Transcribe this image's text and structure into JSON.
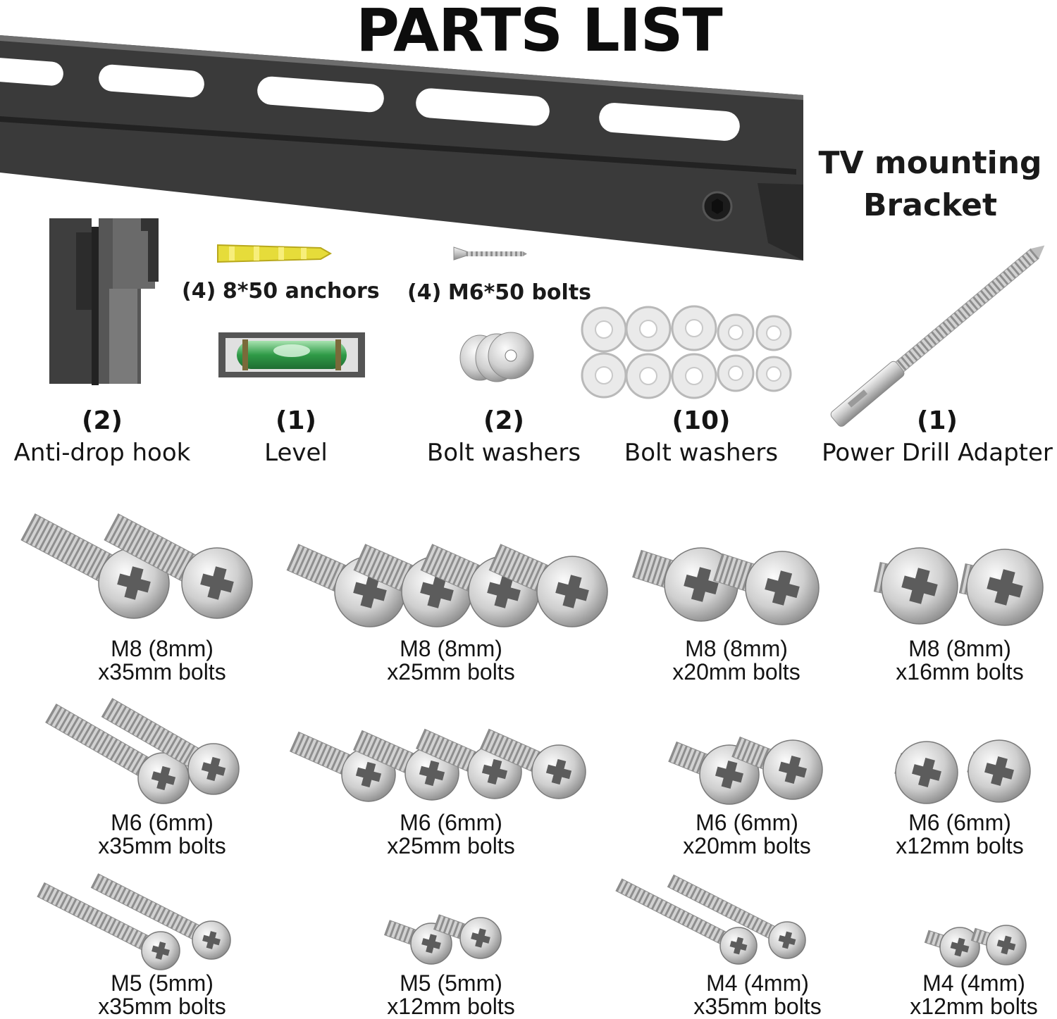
{
  "title": "PARTS LIST",
  "bracket": {
    "label_line1": "TV mounting",
    "label_line2": "Bracket"
  },
  "hardware_small": [
    {
      "qty": "(4)",
      "name": "8*50 anchors"
    },
    {
      "qty": "(4)",
      "name": "M6*50 bolts"
    }
  ],
  "parts": [
    {
      "qty": "(2)",
      "name": "Anti-drop hook"
    },
    {
      "qty": "(1)",
      "name": "Level"
    },
    {
      "qty": "(2)",
      "name": "Bolt washers"
    },
    {
      "qty": "(10)",
      "name": "Bolt washers"
    },
    {
      "qty": "(1)",
      "name": "Power Drill Adapter"
    }
  ],
  "bolt_groups": [
    {
      "size": "M8 (8mm)",
      "length": "x35mm bolts"
    },
    {
      "size": "M8 (8mm)",
      "length": "x25mm bolts"
    },
    {
      "size": "M8 (8mm)",
      "length": "x20mm bolts"
    },
    {
      "size": "M8 (8mm)",
      "length": "x16mm bolts"
    },
    {
      "size": "M6 (6mm)",
      "length": "x35mm bolts"
    },
    {
      "size": "M6 (6mm)",
      "length": "x25mm bolts"
    },
    {
      "size": "M6 (6mm)",
      "length": "x20mm bolts"
    },
    {
      "size": "M6 (6mm)",
      "length": "x12mm bolts"
    },
    {
      "size": "M5 (5mm)",
      "length": "x35mm bolts"
    },
    {
      "size": "M5 (5mm)",
      "length": "x12mm bolts"
    },
    {
      "size": "M4 (4mm)",
      "length": "x35mm bolts"
    },
    {
      "size": "M4 (4mm)",
      "length": "x12mm bolts"
    }
  ]
}
